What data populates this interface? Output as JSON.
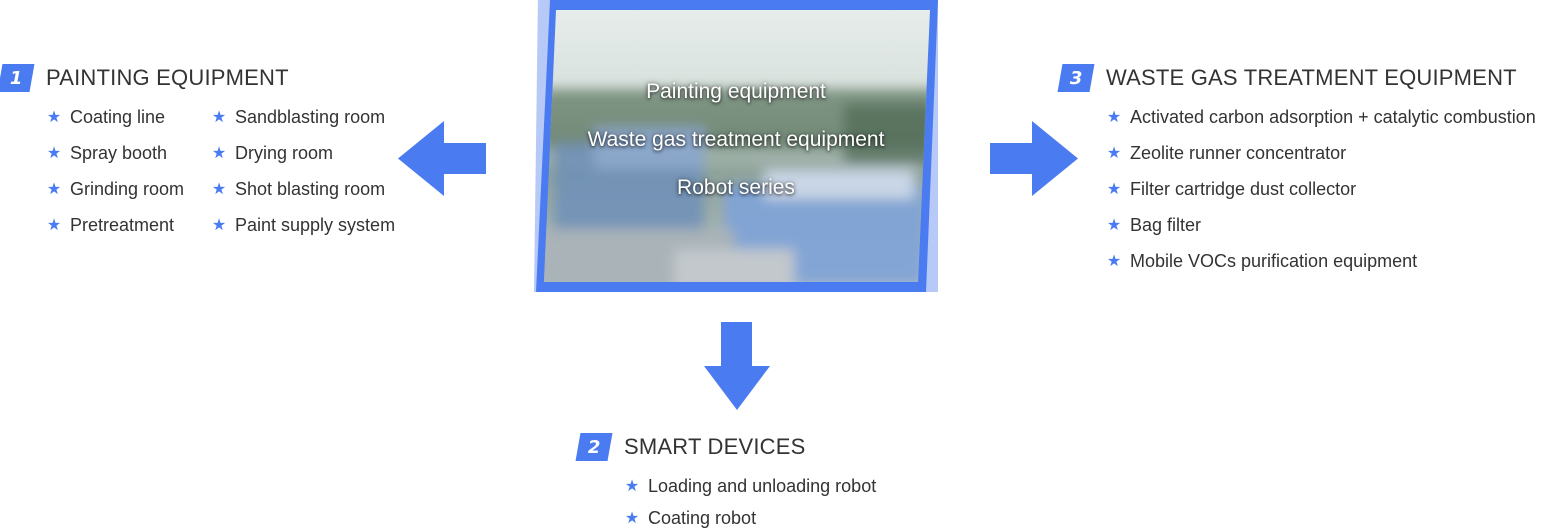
{
  "center": {
    "lines": [
      "Painting equipment",
      "Waste gas treatment equipment",
      "Robot series"
    ]
  },
  "painting": {
    "number": "1",
    "title": "PAINTING EQUIPMENT",
    "items": [
      "Coating line",
      "Sandblasting room",
      "Spray booth",
      "Drying room",
      "Grinding room",
      "Shot blasting room",
      "Pretreatment",
      "Paint supply system"
    ]
  },
  "smart": {
    "number": "2",
    "title": "SMART DEVICES",
    "items": [
      "Loading and unloading robot",
      "Coating robot"
    ]
  },
  "waste": {
    "number": "3",
    "title": "WASTE GAS TREATMENT EQUIPMENT",
    "items": [
      "Activated carbon adsorption + catalytic combustion",
      "Zeolite runner concentrator",
      "Filter cartridge dust collector",
      "Bag filter",
      "Mobile VOCs purification equipment"
    ]
  },
  "colors": {
    "accent": "#4a7bf0",
    "frame_light": "#b7c9f6",
    "text": "#333333"
  },
  "icons": {
    "bullet": "star-icon",
    "arrows": [
      "arrow-left-icon",
      "arrow-right-icon",
      "arrow-down-icon"
    ]
  }
}
